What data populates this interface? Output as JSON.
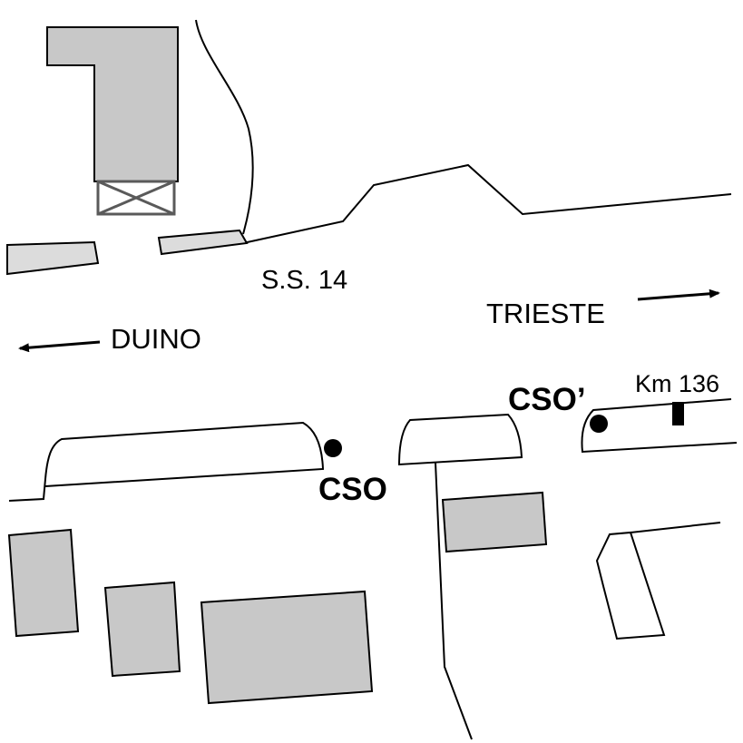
{
  "labels": {
    "road": "S.S. 14",
    "trieste": "TRIESTE",
    "duino": "DUINO",
    "cso": "CSO",
    "cso_prime": "CSO’",
    "km": "Km 136"
  },
  "colors": {
    "building_fill": "#c8c8c8",
    "light_fill": "#dcdcdc",
    "outline": "#000000",
    "hatch": "#5a5a5a"
  },
  "icons": {
    "left_arrow": "arrow-left-icon",
    "right_arrow": "arrow-right-icon",
    "marker": "filled-circle-marker",
    "km_marker": "kilometer-post"
  }
}
